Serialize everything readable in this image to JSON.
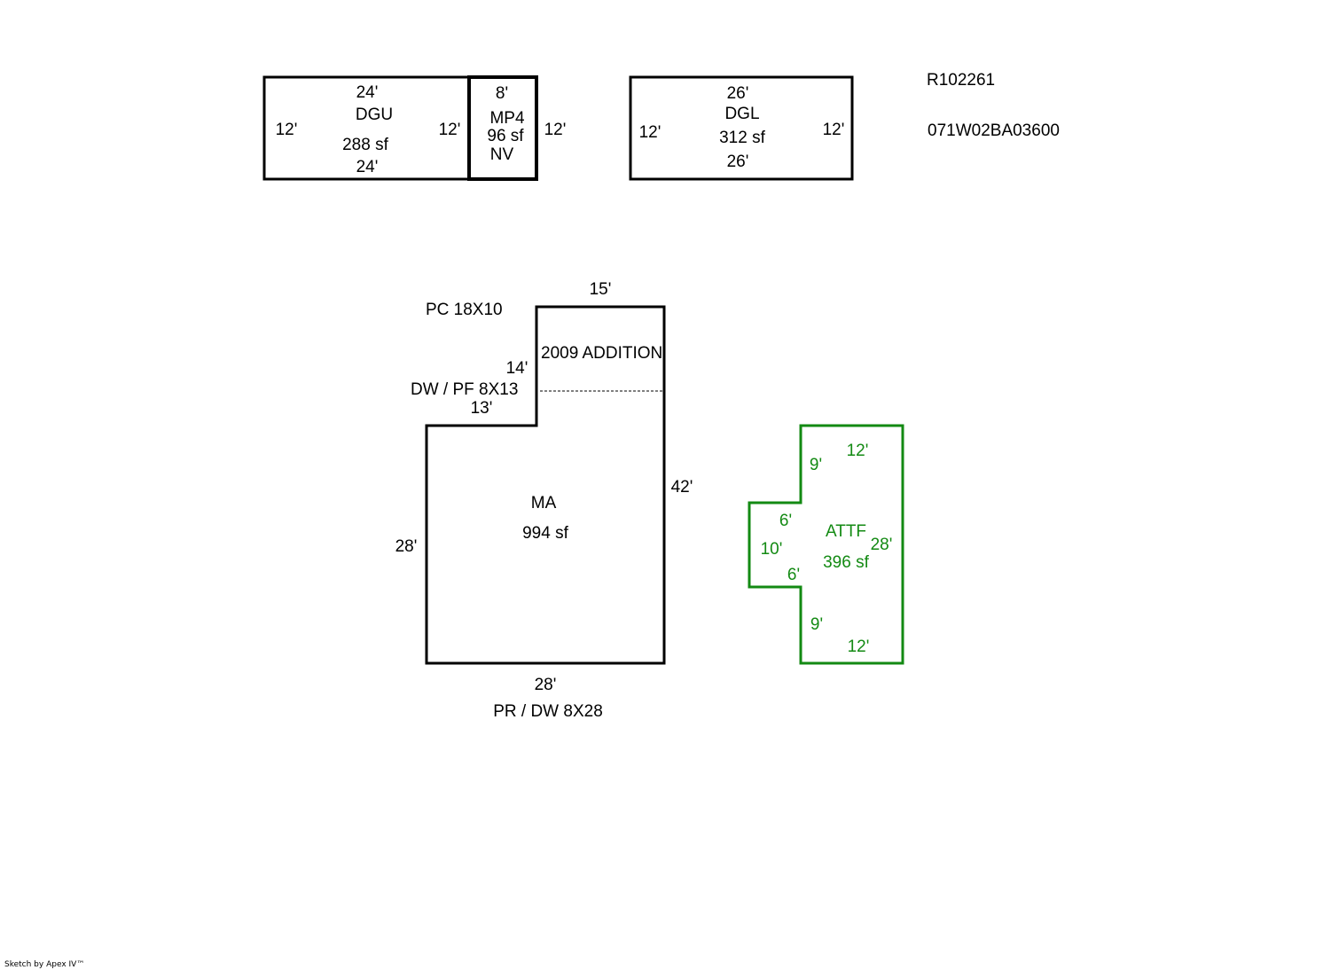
{
  "colors": {
    "outline": "#000000",
    "attached": "#138a13",
    "background": "#ffffff"
  },
  "header": {
    "record_id": "R102261",
    "map_tax_lot": "071W02BA03600"
  },
  "dgu": {
    "code": "DGU",
    "area": "288 sf",
    "top": "24'",
    "bottom": "24'",
    "left": "12'",
    "right": "12'"
  },
  "mp4": {
    "code": "MP4",
    "area": "96 sf",
    "note": "NV",
    "top": "8'",
    "right": "12'"
  },
  "dgl": {
    "code": "DGL",
    "area": "312 sf",
    "top": "26'",
    "bottom": "26'",
    "left": "12'",
    "right": "12'"
  },
  "ma": {
    "code": "MA",
    "area": "994 sf",
    "top": "15'",
    "addition_label": "2009 ADDITION",
    "step_vertical": "14'",
    "step_horizontal": "13'",
    "right": "42'",
    "left": "28'",
    "bottom": "28'"
  },
  "notes": {
    "pc": "PC  18X10",
    "dw_pf": "DW / PF  8X13",
    "pr_dw": "PR / DW  8X28"
  },
  "attf": {
    "code": "ATTF",
    "area": "396 sf",
    "top": "12'",
    "upper_left": "9'",
    "notch_top": "6'",
    "notch_left": "10'",
    "notch_bottom": "6'",
    "lower_left": "9'",
    "bottom": "12'",
    "right": "28'"
  },
  "footer": {
    "credit": "Sketch by Apex IV™"
  }
}
